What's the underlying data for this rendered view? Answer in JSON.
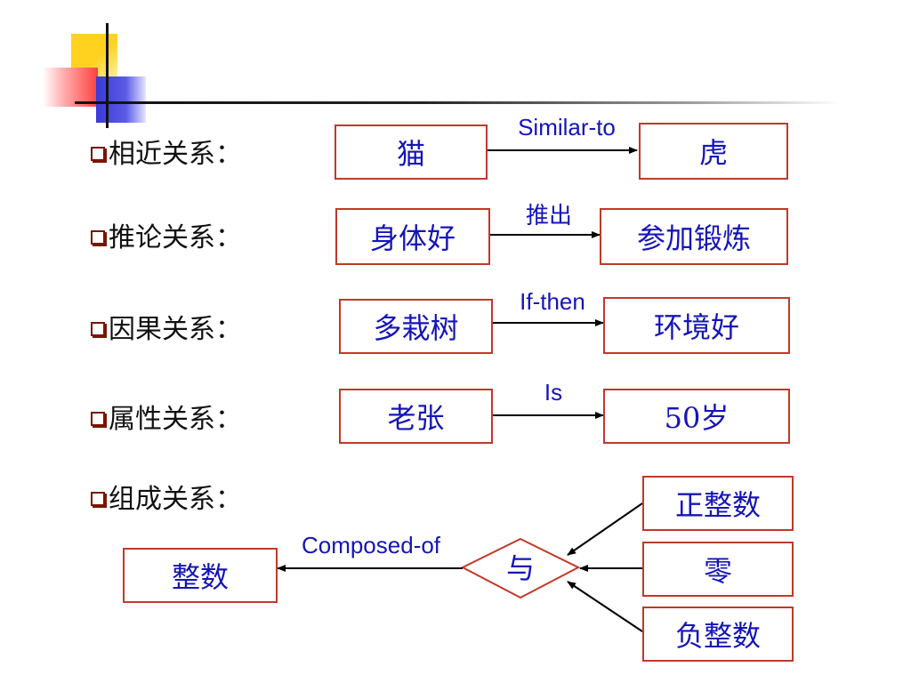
{
  "relations": [
    {
      "label": "相近关系：",
      "source": "猫",
      "edge": "Similar-to",
      "target": "虎"
    },
    {
      "label": "推论关系：",
      "source": "身体好",
      "edge": "推出",
      "target": "参加锻炼"
    },
    {
      "label": "因果关系：",
      "source": "多栽树",
      "edge": "If-then",
      "target": "环境好"
    },
    {
      "label": "属性关系：",
      "source": "老张",
      "edge": "Is",
      "target": "50岁"
    }
  ],
  "composition": {
    "label": "组成关系：",
    "whole": "整数",
    "edge": "Composed-of",
    "connector": "与",
    "parts": [
      "正整数",
      "零",
      "负整数"
    ]
  },
  "colors": {
    "node_border": "#c0392b",
    "text_blue": "#1515b8",
    "arrow": "#000000"
  }
}
